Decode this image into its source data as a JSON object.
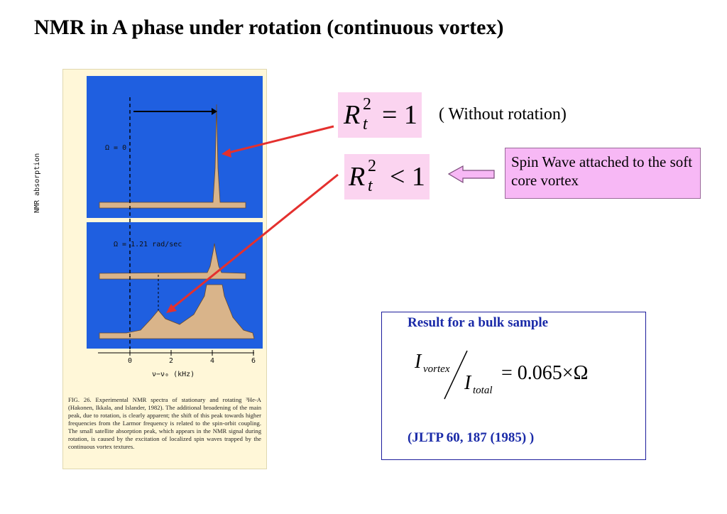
{
  "title": "NMR in A phase under rotation (continuous vortex)",
  "figure": {
    "omega_top": "Ω = 0",
    "omega_bottom": "Ω = 1.21  rad/sec",
    "ylabel": "NMR  absorption",
    "xticks": [
      "0",
      "2",
      "4",
      "6"
    ],
    "xlabel": "ν−ν₀  (kHz)",
    "caption": "FIG. 26.  Experimental NMR spectra of stationary and rotating ³He-A (Hakonen, Ikkala, and Islander, 1982).  The additional broadening of the main peak, due to rotation, is clearly apparent; the shift of this peak towards higher frequencies from the Larmor frequency is related to the spin-orbit coupling.  The small satellite absorption peak, which appears in the NMR signal during rotation, is caused by the excitation of localized spin waves trapped by the continuous vortex textures."
  },
  "eq1": {
    "R": "R",
    "sub": "t",
    "sup": "2",
    "rel": "= 1"
  },
  "eq2": {
    "R": "R",
    "sub": "t",
    "sup": "2",
    "rel": "< 1"
  },
  "without_rotation": "( Without rotation)",
  "spin_wave": "Spin Wave attached to the soft core vortex",
  "result": {
    "title": "Result for a bulk sample",
    "numerator": "I",
    "numerator_sub": "vortex",
    "denominator": "I",
    "denominator_sub": "total",
    "rhs": "= 0.065×Ω",
    "reference": "(JLTP 60, 187 (1985) )"
  },
  "colors": {
    "panel_blue": "#1f5fe0",
    "spectrum_fill": "#d9b48a",
    "arrow_red": "#e4302e",
    "eq_bg": "#fbd4f0",
    "spin_box_bg": "#f7b8f5",
    "result_text": "#1a2aa8"
  }
}
